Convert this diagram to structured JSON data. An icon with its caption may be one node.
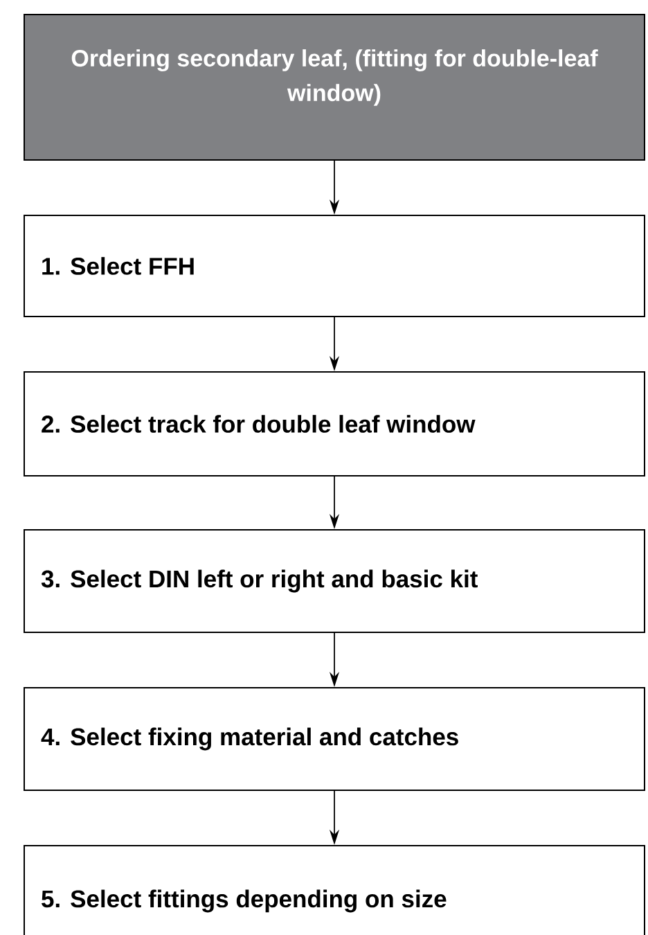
{
  "diagram": {
    "nodes": [
      {
        "text": [
          "Ordering secondary leaf, (fitting for double-leaf window)"
        ]
      },
      {
        "text": [
          "1. Select FFH"
        ]
      },
      {
        "text": [
          "2. Select track for double leaf window"
        ]
      },
      {
        "text": [
          "3. Select DIN left or right and basic kit"
        ]
      },
      {
        "text": [
          "4. Select fixing material and catches"
        ]
      },
      {
        "text": [
          "5. Select fittings depending on size"
        ]
      }
    ],
    "edges": [
      {
        "from": 0,
        "to": 1,
        "arrow": "to"
      },
      {
        "from": 1,
        "to": 2,
        "arrow": "to"
      },
      {
        "from": 2,
        "to": 3,
        "arrow": "to"
      },
      {
        "from": 3,
        "to": 4,
        "arrow": "to"
      },
      {
        "from": 4,
        "to": 5,
        "arrow": "to"
      }
    ]
  }
}
